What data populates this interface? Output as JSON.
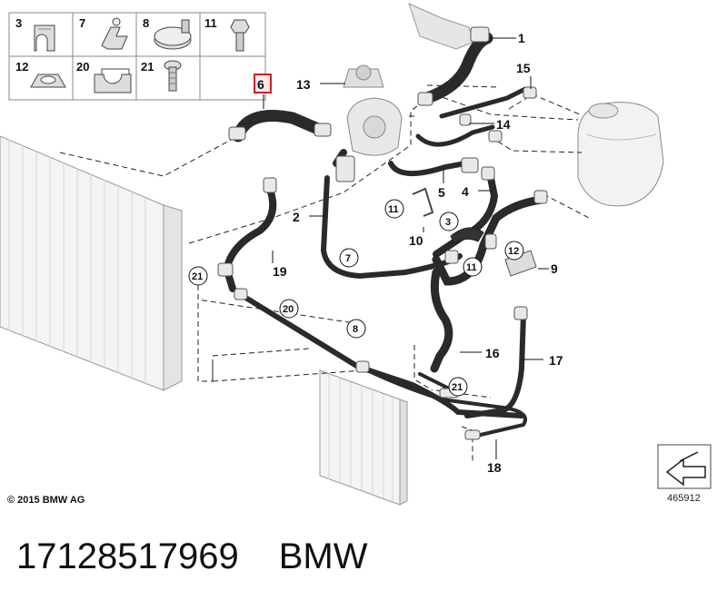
{
  "legend": {
    "items": [
      {
        "num": "3",
        "icon": "bracket-clip-icon"
      },
      {
        "num": "7",
        "icon": "holder-clip-icon"
      },
      {
        "num": "8",
        "icon": "hose-clamp-icon"
      },
      {
        "num": "11",
        "icon": "hex-bolt-icon"
      },
      {
        "num": "12",
        "icon": "nut-icon"
      },
      {
        "num": "20",
        "icon": "hose-holder-icon"
      },
      {
        "num": "21",
        "icon": "screw-icon"
      }
    ]
  },
  "callouts": {
    "c1": "1",
    "c2": "2",
    "c4": "4",
    "c5": "5",
    "c6": "6",
    "c9": "9",
    "c10": "10",
    "c13": "13",
    "c14": "14",
    "c15": "15",
    "c16": "16",
    "c17": "17",
    "c18": "18",
    "c19": "19"
  },
  "circled": {
    "k3": "3",
    "k7": "7",
    "k8": "8",
    "k11a": "11",
    "k11b": "11",
    "k12": "12",
    "k20": "20",
    "k21a": "21",
    "k21b": "21"
  },
  "copyright": "© 2015 BMW AG",
  "diagram_ref": "465912",
  "part_number": "17128517969",
  "brand": "BMW",
  "highlight_color": "#cc2222"
}
